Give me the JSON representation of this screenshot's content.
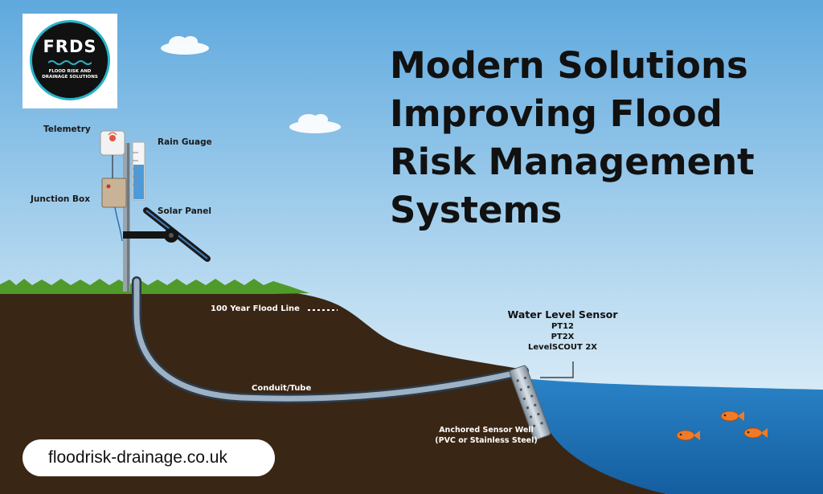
{
  "logo": {
    "title": "FRDS",
    "subtitle_line1": "FLOOD RISK AND",
    "subtitle_line2": "DRAINAGE SOLUTIONS"
  },
  "headline": {
    "lines": [
      "Modern Solutions",
      "Improving Flood",
      "Risk Management",
      "Systems"
    ]
  },
  "diagram": {
    "labels": {
      "telemetry": "Telemetry",
      "rain_gauge": "Rain Guage",
      "junction_box": "Junction Box",
      "solar_panel": "Solar Panel",
      "flood_line": "100 Year Flood Line",
      "conduit": "Conduit/Tube"
    },
    "water_level_sensor": {
      "title": "Water Level Sensor",
      "models": [
        "PT12",
        "PT2X",
        "LevelSCOUT 2X"
      ]
    },
    "sensor_well": {
      "line1": "Anchored Sensor Well",
      "line2": "(PVC or Stainless Steel)"
    }
  },
  "footer": {
    "url": "floodrisk-drainage.co.uk"
  },
  "colors": {
    "sky_top": "#5fa9de",
    "sky_bottom": "#f4f9fd",
    "soil": "#3a2614",
    "grass": "#4f9a2b",
    "water": "#1b6fb5",
    "logo_ring": "#27b3c8",
    "fish": "#f07a26"
  }
}
